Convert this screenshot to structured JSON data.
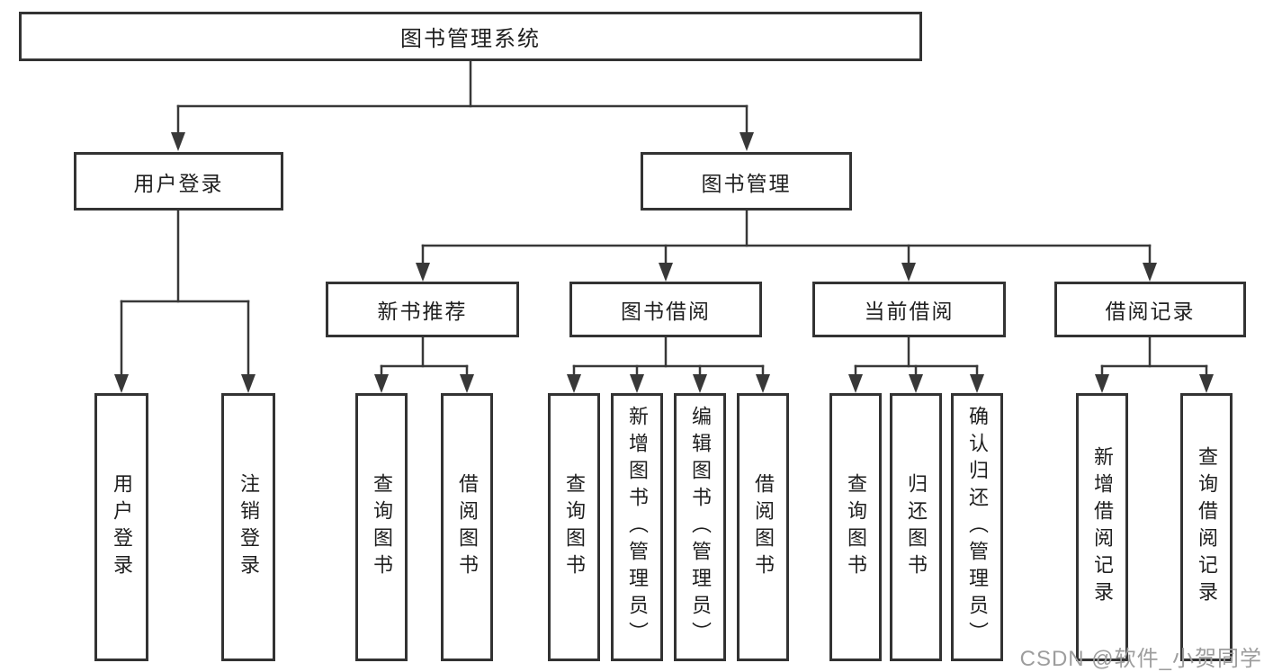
{
  "diagram": {
    "watermark": "CSDN @软件_小贺同学",
    "colors": {
      "line": "#383838",
      "box_border": "#333333",
      "text": "#1f1f1f",
      "background": "#ffffff",
      "watermark": "#9d9d9d"
    }
  },
  "tree": {
    "root": {
      "label": "图书管理系统",
      "children": [
        {
          "label": "用户登录",
          "children": [
            {
              "label": "用户登录"
            },
            {
              "label": "注销登录"
            }
          ]
        },
        {
          "label": "图书管理",
          "children": [
            {
              "label": "新书推荐",
              "children": [
                {
                  "label": "查询图书"
                },
                {
                  "label": "借阅图书"
                }
              ]
            },
            {
              "label": "图书借阅",
              "children": [
                {
                  "label": "查询图书"
                },
                {
                  "label": "新增图书（管理员）"
                },
                {
                  "label": "编辑图书（管理员）"
                },
                {
                  "label": "借阅图书"
                }
              ]
            },
            {
              "label": "当前借阅",
              "children": [
                {
                  "label": "查询图书"
                },
                {
                  "label": "归还图书"
                },
                {
                  "label": "确认归还（管理员）"
                }
              ]
            },
            {
              "label": "借阅记录",
              "children": [
                {
                  "label": "新增借阅记录"
                },
                {
                  "label": "查询借阅记录"
                }
              ]
            }
          ]
        }
      ]
    }
  }
}
